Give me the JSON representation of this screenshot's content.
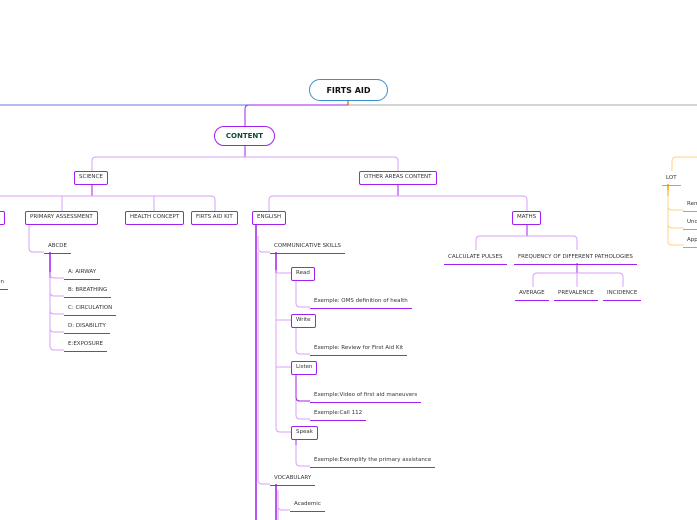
{
  "root": {
    "label": "FIRTS AID"
  },
  "content": {
    "label": "CONTENT"
  },
  "science": {
    "label": "SCIENCE",
    "children": [
      "PRIMARY ASSESSMENT",
      "HEALTH CONCEPT",
      "FIRTS AID KIT"
    ],
    "partial_left": "sition",
    "abcde": {
      "label": "ABCDE",
      "items": [
        "A: AIRWAY",
        "B: BREATHING",
        "C: CIRCULATION",
        "D: DISABILITY",
        "E:EXPOSURE"
      ]
    }
  },
  "other": {
    "label": "OTHER AREAS CONTENT",
    "english": {
      "label": "ENGLISH",
      "communicative": "COMMUNICATIVE SKILLS",
      "skills": [
        {
          "label": "Read",
          "examples": [
            "Exemple: OMS definition of health"
          ]
        },
        {
          "label": "Write",
          "examples": [
            "Exemple: Review for First Aid Kit"
          ]
        },
        {
          "label": "Listen",
          "examples": [
            "Exemple:Video of first aid maneuvers",
            "Exemple:Call 112"
          ]
        },
        {
          "label": "Speak",
          "examples": [
            "Exemple:Exemplify the primary assistance"
          ]
        }
      ],
      "vocabulary": "VOCABULARY",
      "academic": "Academic"
    },
    "maths": {
      "label": "MATHS",
      "children": [
        "CALCULATE PULSES",
        "FREQUENCY OF DIFFERENT PATHOLOGIES"
      ],
      "frequency_children": [
        "AVERAGE",
        "PREVALENCE",
        "INCIDENCE"
      ]
    }
  },
  "lot": {
    "label": "LOT",
    "children": [
      "Rem",
      "Und",
      "App"
    ]
  },
  "colors": {
    "primary": "#a020f0",
    "light": "#d9a0f7",
    "root": "#3a8fd0",
    "lot": "#ff9900"
  }
}
